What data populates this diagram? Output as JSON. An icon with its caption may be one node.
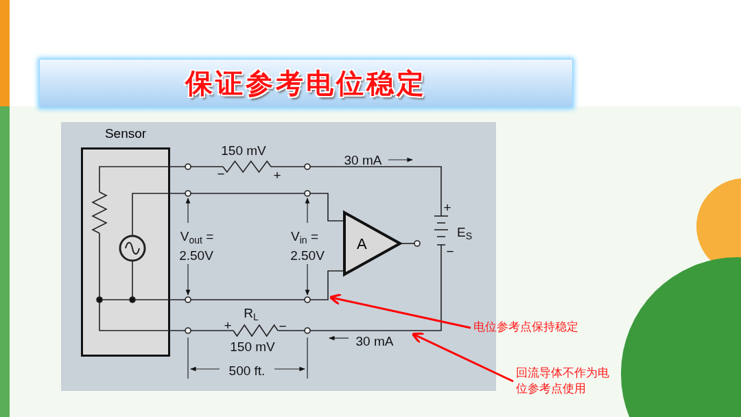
{
  "diagram": {
    "nodes": [
      {
        "text": [
          "保证参考电位稳定"
        ]
      },
      {
        "text": [
          "Sensor"
        ]
      },
      {
        "text": [
          "A"
        ]
      },
      {
        "text": [
          "电位参考点保持稳定"
        ]
      },
      {
        "text": [
          "回流导体不作为电位参考点使用"
        ]
      }
    ],
    "edges": [
      {
        "from": 3,
        "to": null,
        "arrow": "to"
      },
      {
        "from": 4,
        "to": null,
        "arrow": "to"
      }
    ],
    "labels": [
      "150 mV",
      "−",
      "+",
      "30 mA",
      "+",
      "E$_{S}$",
      "V$_{out}$ =",
      "2.50V",
      "V$_{in}$ =",
      "2.50V",
      "−",
      "R$_{L}$",
      "+",
      "−",
      "150 mV",
      "30 mA",
      "500 ft."
    ]
  }
}
